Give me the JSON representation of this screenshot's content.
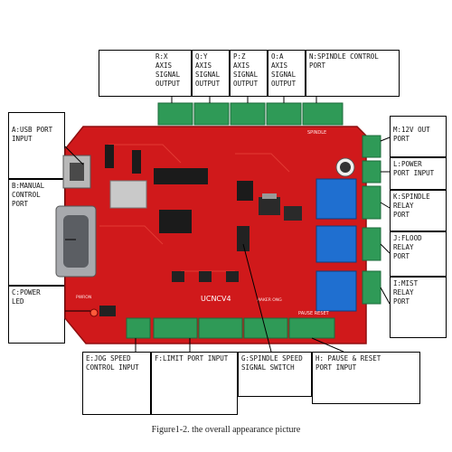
{
  "labels": {
    "x_axis": "R:X AXIS\nSIGNAL\nOUTPUT",
    "y_axis": "Q:Y AXIS\nSIGNAL\nOUTPUT",
    "z_axis": "P:Z AXIS\nSIGNAL\nOUTPUT",
    "a_axis": "O:A AXIS\nSIGNAL\nOUTPUT",
    "spindle_control": "N:SPINDLE CONTROL\nPORT",
    "usb": "A:USB PORT\nINPUT",
    "manual": "B:MANUAL\nCONTROL\nPORT",
    "power_led": "C:POWER\nLED",
    "v12_out": "M:12V OUT\nPORT",
    "power_port": "L:POWER\nPORT INPUT",
    "spindle_relay": "K:SPINDLE\nRELAY\nPORT",
    "flood_relay": "J:FLOOD\nRELAY\nPORT",
    "mist_relay": "I:MIST\nRELAY\nPORT",
    "jog": "E:JOG SPEED\nCONTROL INPUT",
    "limit": "F:LIMIT PORT INPUT",
    "speed_switch": "G:SPINDLE SPEED\nSIGNAL SWITCH",
    "pause_reset": "H: PAUSE & RESET\nPORT INPUT"
  },
  "board": {
    "model": "UCNCV4",
    "connector_label_top": "SPINDLE",
    "connector_label_bottom": "PAUSE  RESET",
    "led_label": "PWRON",
    "maker_label": "MAKER ONG"
  },
  "caption": "Figure1-2. the overall appearance picture",
  "colors": {
    "board": "#d0191b",
    "terminal": "#2f9a57",
    "relay": "#1f6fd0"
  }
}
